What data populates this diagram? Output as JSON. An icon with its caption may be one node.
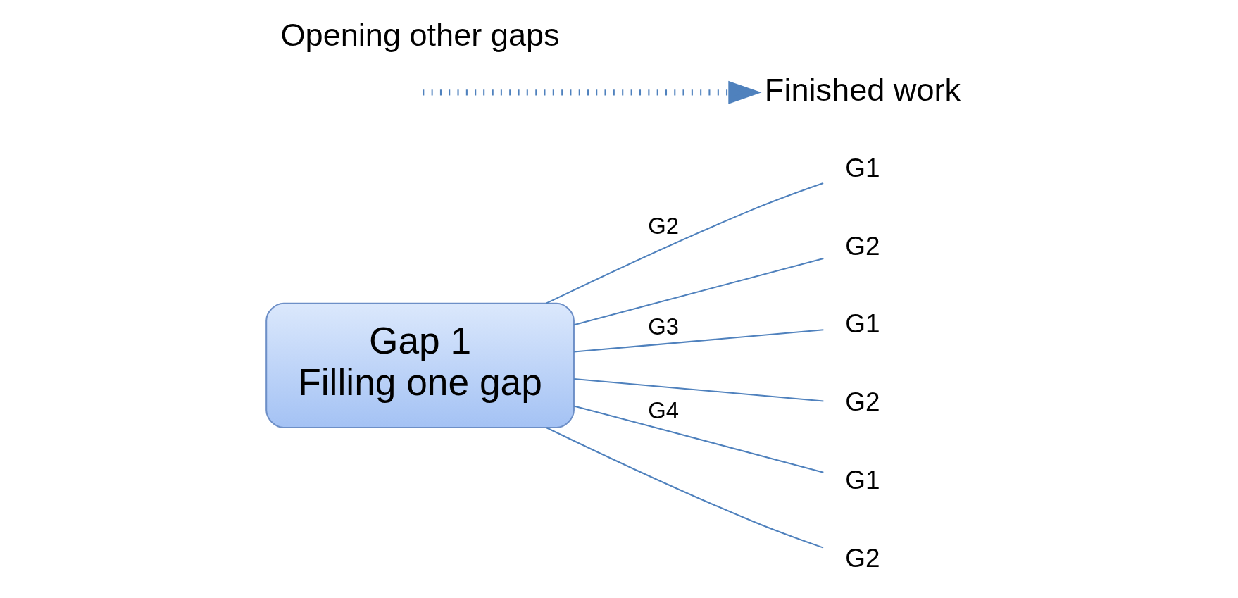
{
  "diagram": {
    "nodes": [
      {
        "text": [
          "Gap 1",
          "Filling one gap"
        ]
      },
      {
        "text": [
          "G1"
        ]
      },
      {
        "text": [
          "G2"
        ]
      },
      {
        "text": [
          "G1"
        ]
      },
      {
        "text": [
          "G2"
        ]
      },
      {
        "text": [
          "G1"
        ]
      },
      {
        "text": [
          "G2"
        ]
      },
      {
        "text": [
          "Finished work"
        ]
      }
    ],
    "edges": [
      {
        "from": 0,
        "to": 1,
        "arrow": "none",
        "label": "G2"
      },
      {
        "from": 0,
        "to": 2,
        "arrow": "none"
      },
      {
        "from": 0,
        "to": 3,
        "arrow": "none",
        "label": "G3"
      },
      {
        "from": 0,
        "to": 4,
        "arrow": "none"
      },
      {
        "from": 0,
        "to": 5,
        "arrow": "none",
        "label": "G4"
      },
      {
        "from": 0,
        "to": 6,
        "arrow": "none"
      },
      {
        "from": null,
        "to": 7,
        "arrow": "to",
        "style": "dashed"
      }
    ],
    "labels": [
      "Opening other gaps"
    ]
  }
}
